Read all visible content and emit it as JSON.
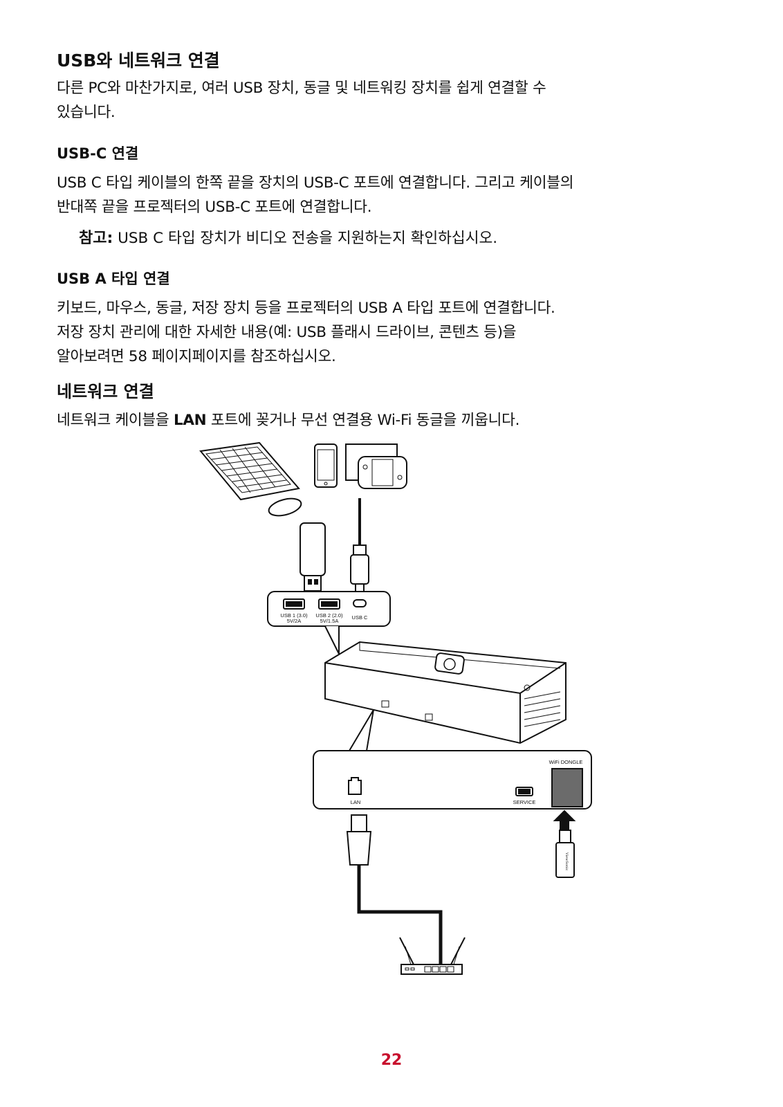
{
  "sections": {
    "usb_network": {
      "title": "USB와 네트워크 연결",
      "body_line1": "다른 PC와 마찬가지로, 여러 USB 장치, 동글 및 네트워킹 장치를 쉽게 연결할 수",
      "body_line2": "있습니다."
    },
    "usb_c": {
      "title": "USB-C 연결",
      "body_line1": "USB C 타입 케이블의 한쪽 끝을 장치의 USB-C 포트에 연결합니다. 그리고 케이블의",
      "body_line2": "반대쪽 끝을 프로젝터의 USB-C 포트에 연결합니다.",
      "note_label": "참고:",
      "note_text": "USB C 타입 장치가 비디오 전송을 지원하는지 확인하십시오."
    },
    "usb_a": {
      "title": "USB A 타입 연결",
      "body_line1": "키보드, 마우스, 동글, 저장 장치 등을 프로젝터의 USB A 타입 포트에 연결합니다.",
      "body_line2": "저장 장치 관리에 대한 자세한 내용(예: USB 플래시 드라이브, 콘텐츠 등)을",
      "body_line3": "알아보려면 58 페이지페이지를 참조하십시오."
    },
    "network": {
      "title": "네트워크 연결",
      "body_pre": "네트워크 케이블을",
      "body_bold": "LAN",
      "body_post": "포트에 꽂거나 무선 연결용 Wi-Fi 동글을 끼웁니다."
    }
  },
  "diagram": {
    "usb1_label": "USB 1 (3.0)",
    "usb1_power": "5V/2A",
    "usb2_label": "USB 2 (2.0)",
    "usb2_power": "5V/1.5A",
    "usbc_label": "USB C",
    "wifi_label": "WiFi DONGLE",
    "lan_label": "LAN",
    "service_label": "SERVICE",
    "dongle_brand": "ViewSonic"
  },
  "page_number": "22",
  "colors": {
    "page_number": "#c8102e",
    "dongle_slot": "#6b6b6b"
  }
}
